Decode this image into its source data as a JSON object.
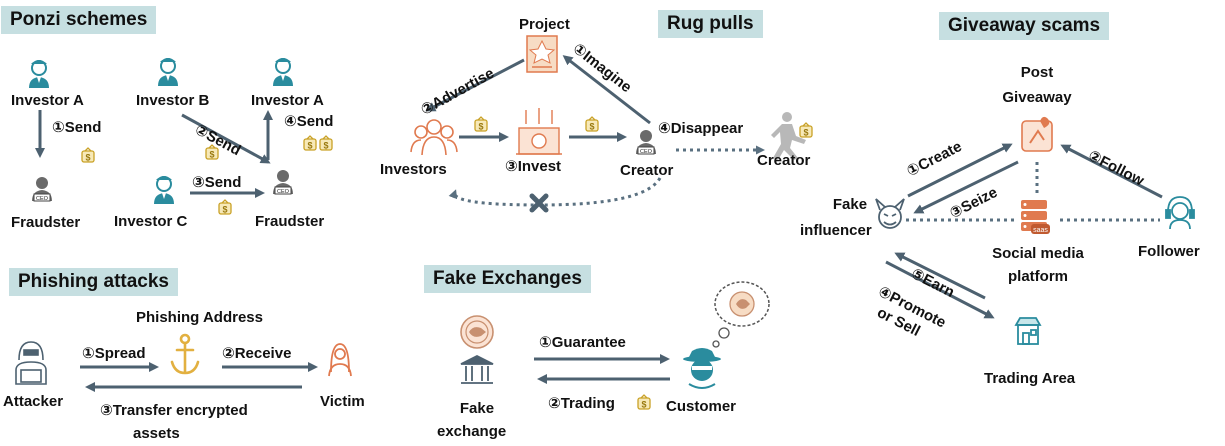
{
  "sections": {
    "ponzi": "Ponzi schemes",
    "rug": "Rug pulls",
    "giveaway": "Giveaway scams",
    "phishing": "Phishing attacks",
    "exchange": "Fake Exchanges"
  },
  "ponzi": {
    "investor_a1": "Investor A",
    "investor_b": "Investor B",
    "investor_a2": "Investor A",
    "investor_c": "Investor C",
    "fraudster1": "Fraudster",
    "fraudster2": "Fraudster",
    "send1": "①Send",
    "send2": "②Send",
    "send3": "③Send",
    "send4": "④Send"
  },
  "rug": {
    "project": "Project",
    "advertise": "②Advertise",
    "imagine": "①Imagine",
    "investors": "Investors",
    "invest": "③Invest",
    "creator": "Creator",
    "disappear": "④Disappear",
    "creator2": "Creator"
  },
  "giveaway": {
    "post": "Post",
    "giveaway": "Giveaway",
    "create": "①Create",
    "follow": "②Follow",
    "seize": "③Seize",
    "fake": "Fake",
    "influencer": "influencer",
    "social1": "Social media",
    "social2": "platform",
    "follower": "Follower",
    "earn": "⑤Earn",
    "promote1": "④Promote",
    "promote2": "or Sell",
    "trading_area": "Trading Area"
  },
  "phishing": {
    "address": "Phishing Address",
    "spread": "①Spread",
    "receive": "②Receive",
    "attacker": "Attacker",
    "victim": "Victim",
    "transfer": "③Transfer encrypted",
    "assets": "assets"
  },
  "exchange": {
    "guarantee": "①Guarantee",
    "trading": "②Trading",
    "customer": "Customer",
    "fake": "Fake",
    "exchange": "exchange"
  },
  "icons": {
    "ceo_badge": "CEO",
    "saas_badge": "saas",
    "money_glyph": "$"
  },
  "colors": {
    "arrow": "#4d6170",
    "header_bg": "#c6dfe1",
    "teal": "#2a8c9e",
    "gold": "#c9a227",
    "orange": "#e07a4f",
    "gray": "#6a6a6a"
  }
}
